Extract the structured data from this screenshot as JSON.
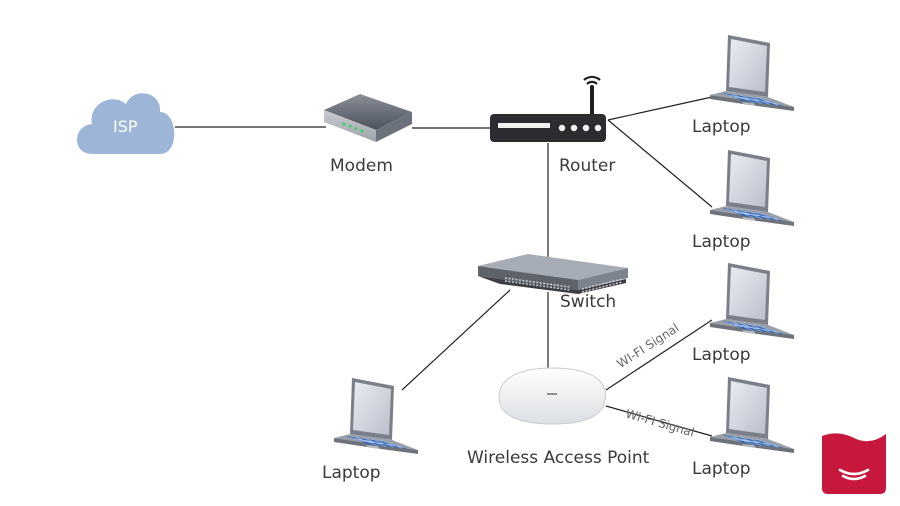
{
  "nodes": {
    "isp": "ISP",
    "modem": "Modem",
    "router": "Router",
    "switch": "Switch",
    "access_point": "Wireless Access Point",
    "laptops": [
      "Laptop",
      "Laptop",
      "Laptop",
      "Laptop",
      "Laptop"
    ]
  },
  "links": {
    "wifi_labels": [
      "WI-FI Signal",
      "WI-FI Signal"
    ]
  },
  "colors": {
    "cloud": "#9db6d8",
    "line": "#222222",
    "logo": "#c8173c"
  },
  "icons": [
    "cloud-icon",
    "modem-icon",
    "router-icon",
    "switch-icon",
    "access-point-icon",
    "laptop-icon",
    "brand-logo-icon"
  ]
}
